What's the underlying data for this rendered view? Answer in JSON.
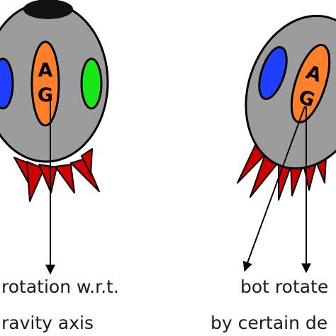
{
  "left_bot": {
    "sensor_labels": [
      "A",
      "G"
    ]
  },
  "right_bot": {
    "sensor_labels": [
      "A",
      "G"
    ]
  },
  "captions": {
    "left_line1": "rotation w.r.t.",
    "left_line2": "ravity axis",
    "right_line1": "bot rotate",
    "right_line2": "by certain de"
  },
  "colors": {
    "body_gray": "#9c9c9c",
    "outline": "#000000",
    "sensor_orange": "#ff7f2a",
    "blue_eye": "#1f3fff",
    "green_eye": "#19e619",
    "leg_red": "#cc0000"
  }
}
